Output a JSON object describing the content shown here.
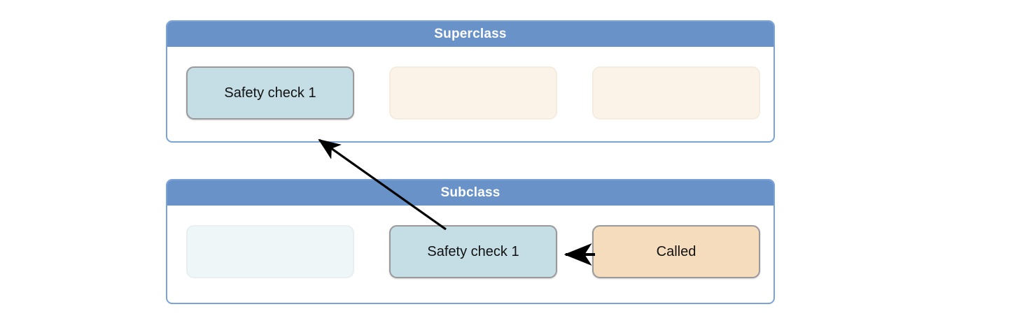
{
  "diagram": {
    "title_superclass": "Superclass",
    "title_subclass": "Subclass",
    "colors": {
      "container_border": "#7ba3d8",
      "header_bg": "#6892c8",
      "header_text": "#ffffff",
      "check_fill": "#c5dde5",
      "called_fill": "#f5dcbd",
      "empty_cream_fill": "#fcf3e8",
      "empty_blue_fill": "#eff6f8",
      "filled_border": "#9a9a9a",
      "arrow": "#000000",
      "page_bg": "#ffffff"
    }
  },
  "superclass": {
    "title": "Superclass",
    "slots": [
      {
        "label": "Safety check 1",
        "style": "check",
        "empty": false
      },
      {
        "label": "",
        "style": "empty-cream",
        "empty": true
      },
      {
        "label": "",
        "style": "empty-cream",
        "empty": true
      }
    ]
  },
  "subclass": {
    "title": "Subclass",
    "slots": [
      {
        "label": "",
        "style": "empty-blue",
        "empty": true
      },
      {
        "label": "Safety check 1",
        "style": "check",
        "empty": false
      },
      {
        "label": "Called",
        "style": "called",
        "empty": false
      }
    ]
  },
  "arrows": [
    {
      "name": "override-arrow",
      "from": "subclass.safety-check-1",
      "to": "superclass.safety-check-1",
      "label": ""
    },
    {
      "name": "call-arrow",
      "from": "subclass.called",
      "to": "subclass.safety-check-1",
      "label": ""
    }
  ]
}
